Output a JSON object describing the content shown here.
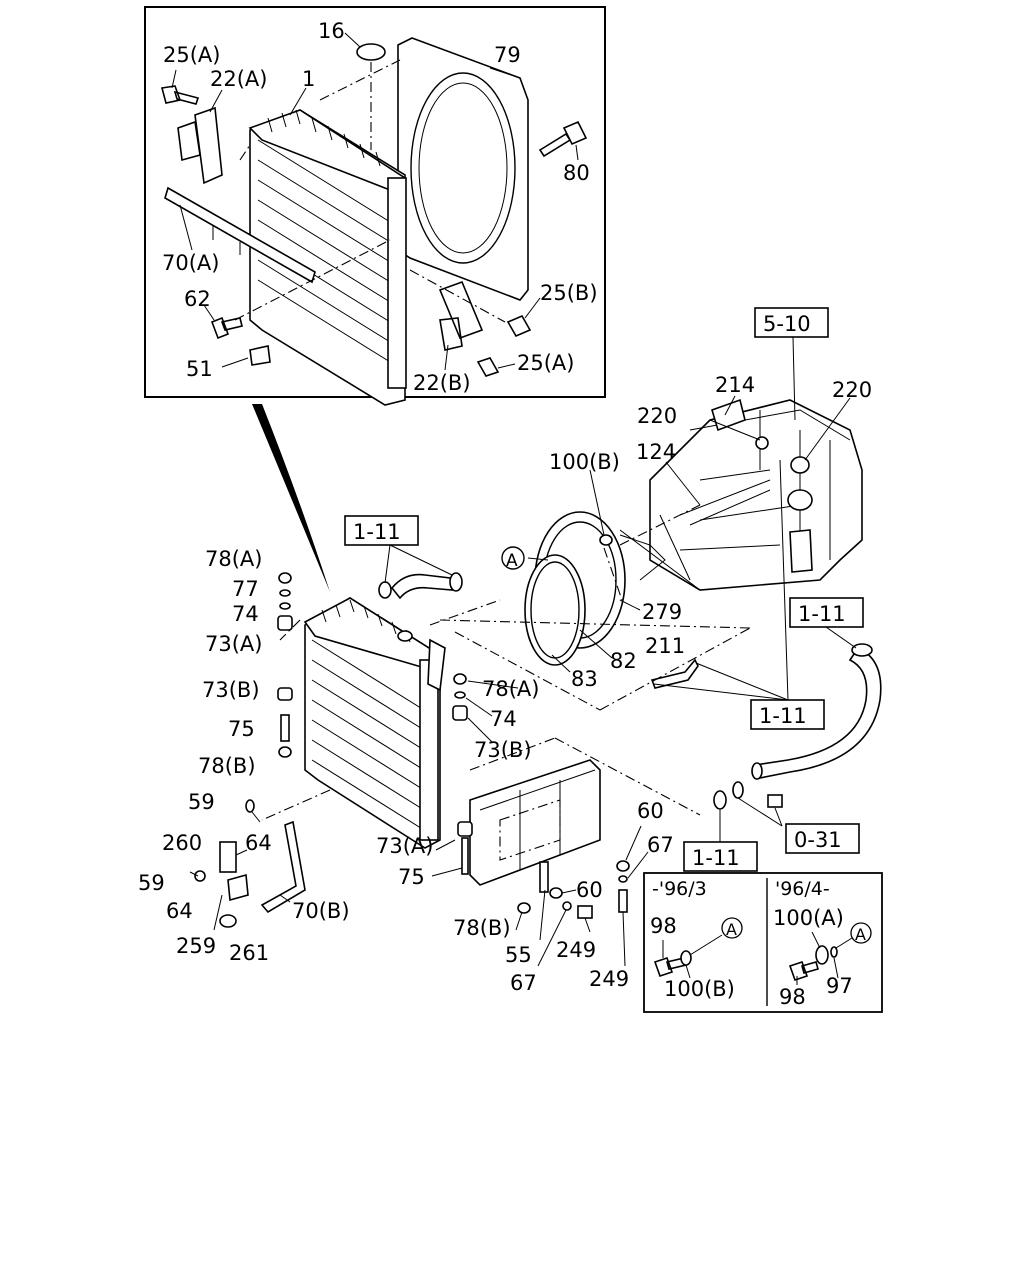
{
  "inset": {
    "labels": {
      "p16": "16",
      "p79": "79",
      "p25a_1": "25(A)",
      "p22a": "22(A)",
      "p1": "1",
      "p80": "80",
      "p70a": "70(A)",
      "p62": "62",
      "p25b": "25(B)",
      "p51": "51",
      "p25a_2": "25(A)",
      "p22b": "22(B)"
    }
  },
  "main": {
    "labels": {
      "p214": "214",
      "p220_1": "220",
      "p220_2": "220",
      "p124": "124",
      "p100b": "100(B)",
      "circleA": "A",
      "p279": "279",
      "p211": "211",
      "p82": "82",
      "p83": "83",
      "p78a_1": "78(A)",
      "p77": "77",
      "p74_1": "74",
      "p73a_1": "73(A)",
      "p73b_1": "73(B)",
      "p75_1": "75",
      "p78b_1": "78(B)",
      "p78a_2": "78(A)",
      "p74_2": "74",
      "p73b_2": "73(B)",
      "p59_1": "59",
      "p64_1": "64",
      "p260": "260",
      "p59_2": "59",
      "p64_2": "64",
      "p259": "259",
      "p261": "261",
      "p70b": "70(B)",
      "p73a_2": "73(A)",
      "p75_2": "75",
      "p78b_2": "78(B)",
      "p55": "55",
      "p67_1": "67",
      "p60_1": "60",
      "p249_1": "249",
      "p60_2": "60",
      "p67_2": "67",
      "p249_2": "249"
    },
    "refs": {
      "r510": "5-10",
      "r111_top": "1-11",
      "r111_right": "1-11",
      "r111_mid": "1-11",
      "r111_bottom": "1-11",
      "r031": "0-31"
    }
  },
  "variants": {
    "left": {
      "title": "-'96/3",
      "p98": "98",
      "p100b": "100(B)",
      "circleA": "A"
    },
    "right": {
      "title": "'96/4-",
      "p100a": "100(A)",
      "p98": "98",
      "p97": "97",
      "circleA": "A"
    }
  }
}
